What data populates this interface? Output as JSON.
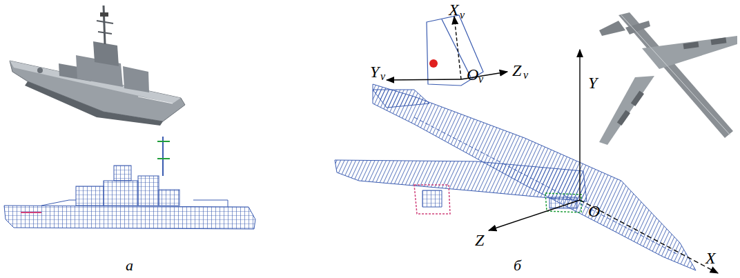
{
  "diagram": {
    "labels": [
      "X",
      "v",
      "Y",
      "v",
      "Z",
      "v",
      "O",
      "v",
      "Y",
      "Z",
      "O",
      "X",
      "а",
      "б"
    ]
  }
}
